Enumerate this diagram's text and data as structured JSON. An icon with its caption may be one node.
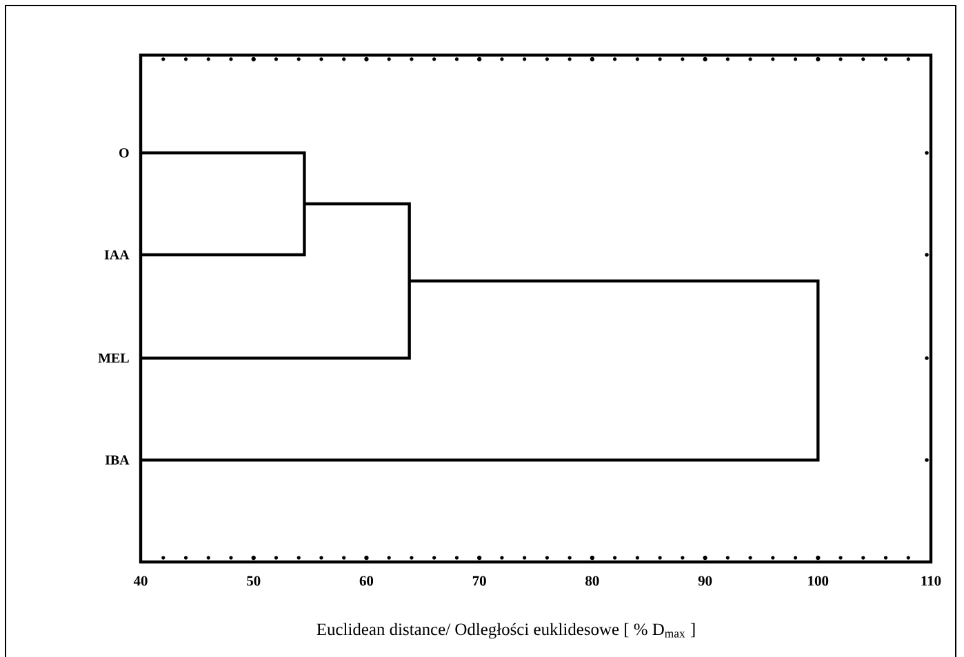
{
  "diagram": {
    "labels": [
      "O",
      "IAA",
      "MEL",
      "IBA",
      "40",
      "50",
      "60",
      "70",
      "80",
      "90",
      "100",
      "110",
      "Euclidean distance/ Odległości euklidesowe [ % D$_{max}$ ]"
    ]
  }
}
